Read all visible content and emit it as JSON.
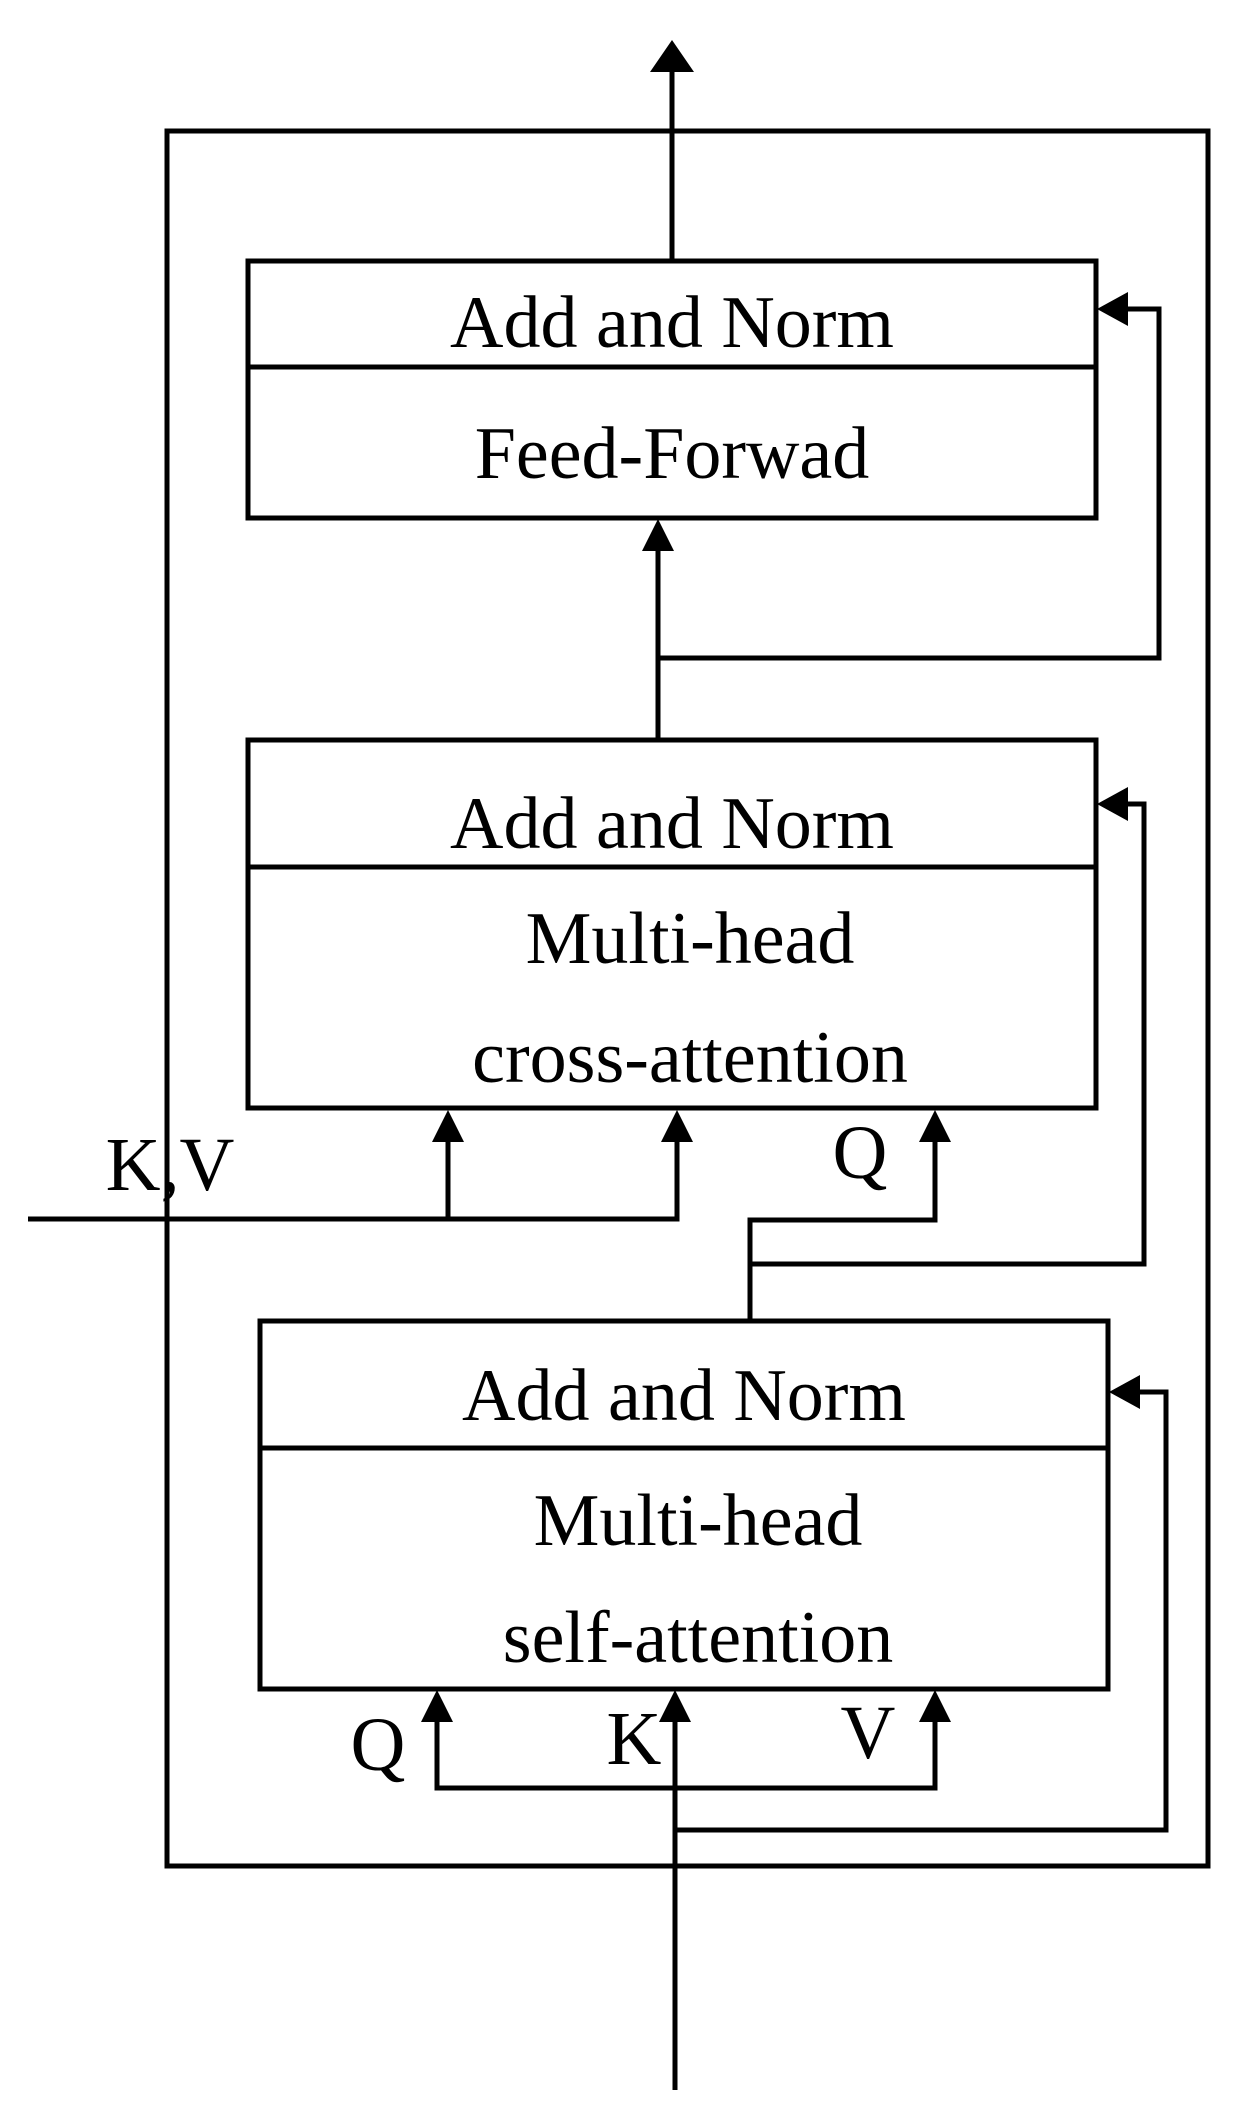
{
  "feed_forward_block": {
    "norm_label": "Add and Norm",
    "body_line1": "Feed-Forwad"
  },
  "cross_attention_block": {
    "norm_label": "Add and Norm",
    "body_line1": "Multi-head",
    "body_line2": "cross-attention",
    "kv_label": "K,V",
    "q_label": "Q"
  },
  "self_attention_block": {
    "norm_label": "Add and Norm",
    "body_line1": "Multi-head",
    "body_line2": "self-attention",
    "q_label": "Q",
    "k_label": "K",
    "v_label": "V"
  }
}
